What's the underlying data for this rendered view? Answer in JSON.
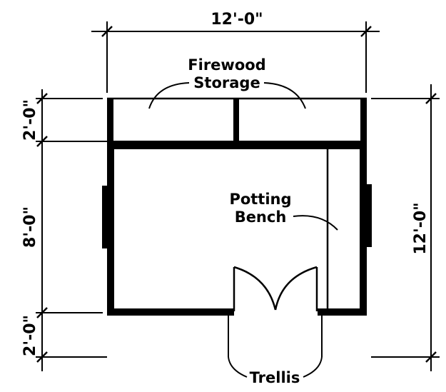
{
  "labels": {
    "firewood_line1": "Firewood",
    "firewood_line2": "Storage",
    "potting_line1": "Potting",
    "potting_line2": "Bench",
    "trellis": "Trellis"
  },
  "dimensions": {
    "top_width": "12'-0\"",
    "right_height": "12'-0\"",
    "left_storage": "2'-0\"",
    "left_main": "8'-0\"",
    "left_trellis": "2'-0\""
  },
  "colors": {
    "ink": "#000000",
    "paper": "#ffffff"
  }
}
